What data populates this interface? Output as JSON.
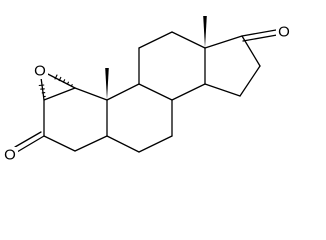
{
  "structure": {
    "atoms": {
      "epoxide_oxygen": "O",
      "ring_a_ketone_oxygen": "O",
      "ring_d_ketone_oxygen": "O"
    }
  },
  "colors": {
    "bond": "#000000",
    "background": "#ffffff"
  }
}
